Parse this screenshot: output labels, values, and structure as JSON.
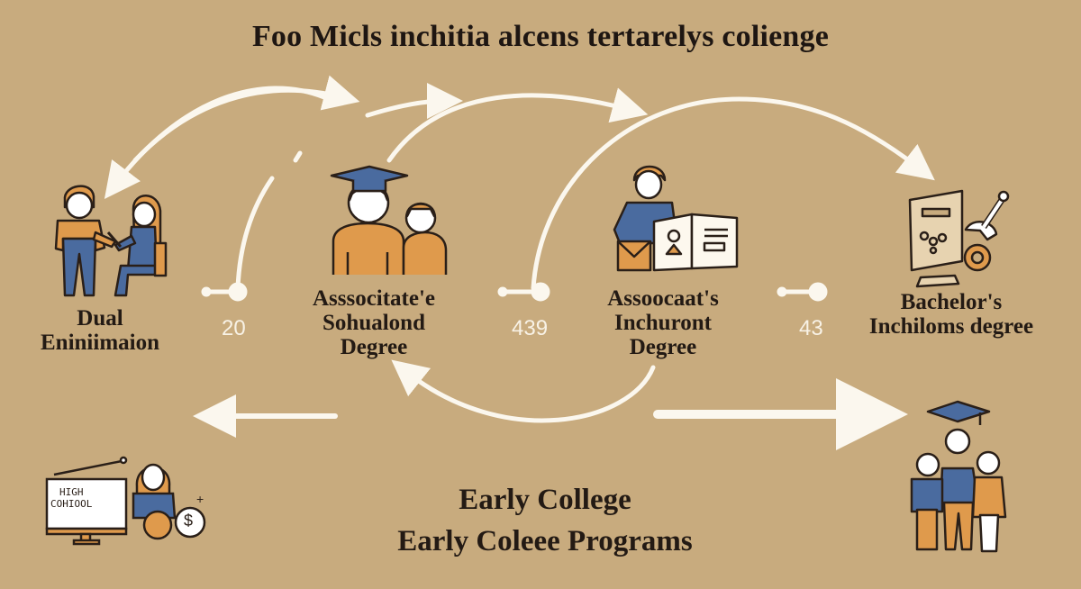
{
  "title": "Foo Micls inchitia alcens tertarelys colienge",
  "colors": {
    "background": "#c8ab7e",
    "arrow": "#fbf7ee",
    "text": "#231a14",
    "orange": "#df9a4c",
    "blue": "#4a6b9f",
    "outline": "#2a1f18"
  },
  "nodes": [
    {
      "id": "dual",
      "label_lines": [
        "Dual",
        "Eniniimaion"
      ],
      "icon": "student-teacher-icon"
    },
    {
      "id": "assoc1",
      "label_lines": [
        "Asssocitate'e",
        "Sohualond",
        "Degree"
      ],
      "icon": "graduate-pair-icon"
    },
    {
      "id": "assoc2",
      "label_lines": [
        "Assoocaat's",
        "Inchuront",
        "Degree"
      ],
      "icon": "student-book-icon"
    },
    {
      "id": "bachelor",
      "label_lines": [
        "Bachelor's",
        "Inchiloms degree"
      ],
      "icon": "diploma-tools-icon"
    }
  ],
  "connectors": [
    {
      "value": "20"
    },
    {
      "value": "439"
    },
    {
      "value": "43"
    }
  ],
  "bottom": {
    "line1": "Early College",
    "line2": "Early Coleee Programs",
    "monitor_text_1": "HIGH",
    "monitor_text_2": "COHIOOL",
    "dollar": "$",
    "plus": "+"
  }
}
